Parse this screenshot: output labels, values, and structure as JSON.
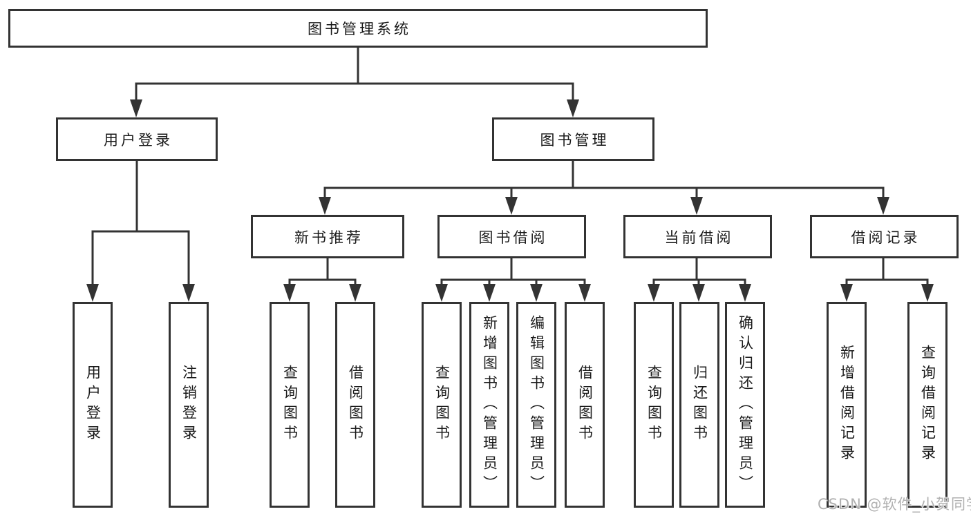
{
  "colors": {
    "line": "#333333",
    "box_border": "#333333",
    "box_fill": "#ffffff",
    "text": "#1a1a1a",
    "background": "#ffffff",
    "watermark_text": "#b0b0b0"
  },
  "watermark": {
    "text": "CSDN @软件_小贺同学"
  },
  "tree": {
    "root": {
      "label": "图书管理系统"
    },
    "branches": [
      {
        "label": "用户登录",
        "children": [
          {
            "label": "用户登录"
          },
          {
            "label": "注销登录"
          }
        ]
      },
      {
        "label": "图书管理",
        "children": [
          {
            "label": "新书推荐",
            "children": [
              {
                "label": "查询图书"
              },
              {
                "label": "借阅图书"
              }
            ]
          },
          {
            "label": "图书借阅",
            "children": [
              {
                "label": "查询图书"
              },
              {
                "label": "新增图书（管理员）"
              },
              {
                "label": "编辑图书（管理员）"
              },
              {
                "label": "借阅图书"
              }
            ]
          },
          {
            "label": "当前借阅",
            "children": [
              {
                "label": "查询图书"
              },
              {
                "label": "归还图书"
              },
              {
                "label": "确认归还（管理员）"
              }
            ]
          },
          {
            "label": "借阅记录",
            "children": [
              {
                "label": "新增借阅记录"
              },
              {
                "label": "查询借阅记录"
              }
            ]
          }
        ]
      }
    ]
  }
}
